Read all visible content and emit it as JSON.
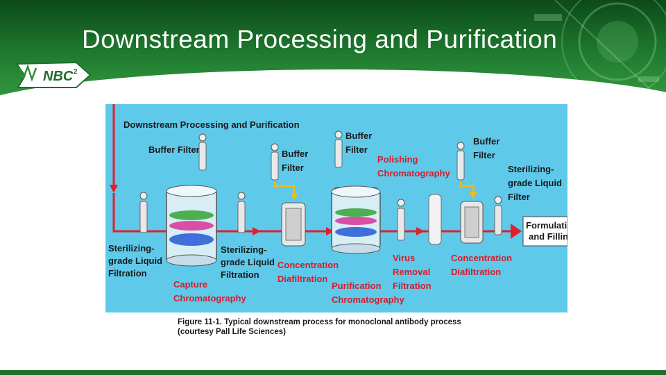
{
  "slide": {
    "title": "Downstream Processing and Purification",
    "logo_text": "NBC",
    "logo_sup": "2"
  },
  "figure": {
    "heading": "Downstream Processing and Purification",
    "labels": {
      "buffer_filter_1": "Buffer Filter",
      "buffer_filter_2a": "Buffer",
      "buffer_filter_2b": "Filter",
      "buffer_filter_3a": "Buffer",
      "buffer_filter_3b": "Filter",
      "buffer_filter_4a": "Buffer",
      "buffer_filter_4b": "Filter",
      "polishing_a": "Polishing",
      "polishing_b": "Chromatography",
      "steril_right_a": "Sterilizing-",
      "steril_right_b": "grade Liquid",
      "steril_right_c": "Filter",
      "formulation_a": "Formulation",
      "formulation_b": "and Filling",
      "steril_left_a": "Sterilizing-",
      "steril_left_b": "grade Liquid",
      "steril_left_c": "Filtration",
      "steril_mid_a": "Sterilizing-",
      "steril_mid_b": "grade Liquid",
      "steril_mid_c": "Filtration",
      "capture_a": "Capture",
      "capture_b": "Chromatography",
      "conc1_a": "Concentration",
      "conc1_b": "Diafiltration",
      "purif_a": "Purification",
      "purif_b": "Chromatography",
      "virus_a": "Virus",
      "virus_b": "Removal",
      "virus_c": "Filtration",
      "conc2_a": "Concentration",
      "conc2_b": "Diafiltration"
    },
    "colors": {
      "background": "#5fc9ea",
      "process_line": "#e0202a",
      "red_text": "#d81c2a",
      "buffer_arrow": "#f2b81c"
    }
  },
  "caption": {
    "line1": "Figure 11-1. Typical downstream process for monoclonal antibody process",
    "line2": "(courtesy Pall Life Sciences)"
  }
}
